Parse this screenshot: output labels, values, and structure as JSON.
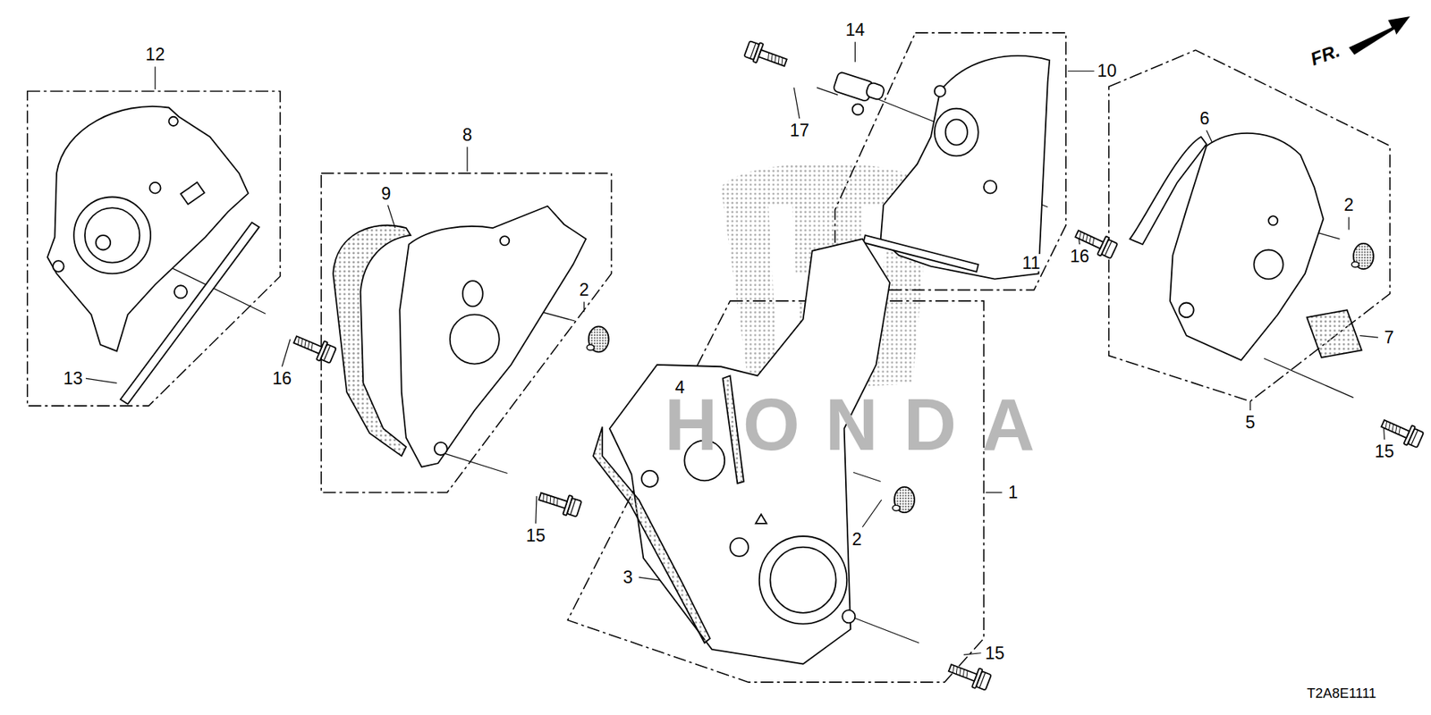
{
  "diagram": {
    "labels": [
      "12",
      "8",
      "9",
      "14",
      "10",
      "17",
      "FR.",
      "6",
      "2",
      "2",
      "11",
      "16",
      "16",
      "7",
      "4",
      "13",
      "HONDA",
      "2",
      "15",
      "5",
      "1",
      "3",
      "15",
      "15",
      "T2A8E1111"
    ]
  }
}
